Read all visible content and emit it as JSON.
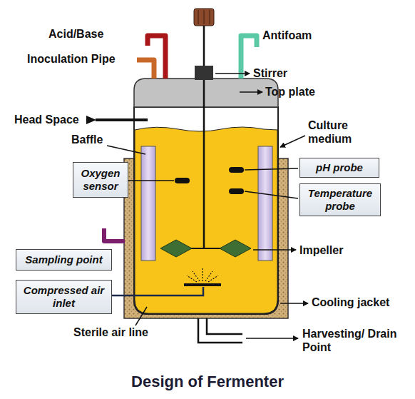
{
  "diagram": {
    "title": "Design of Fermenter",
    "nodes": [
      {
        "text": [
          "Oxygen sensor"
        ]
      },
      {
        "text": [
          "pH probe"
        ]
      },
      {
        "text": [
          "Temperature probe"
        ]
      },
      {
        "text": [
          "Sampling point"
        ]
      },
      {
        "text": [
          "Compressed air inlet"
        ]
      }
    ],
    "labels": [
      "Acid/Base",
      "Antifoam",
      "Inoculation Pipe",
      "Stirrer",
      "Top plate",
      "Head Space",
      "Baffle",
      "Culture medium",
      "Impeller",
      "Cooling jacket",
      "Sterile air line",
      "Harvesting/ Drain Point"
    ]
  }
}
